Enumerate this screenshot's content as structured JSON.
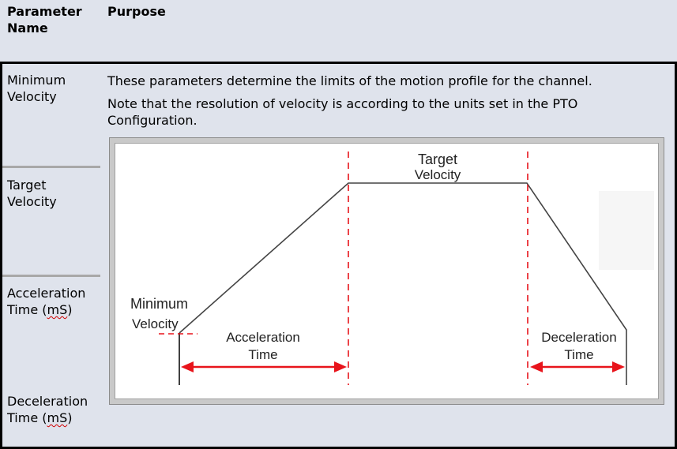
{
  "header": {
    "col1": "Parameter Name",
    "col2": "Purpose"
  },
  "params": [
    {
      "line1": "Minimum",
      "line2": "Velocity"
    },
    {
      "line1": "Target",
      "line2": "Velocity"
    },
    {
      "line1": "Acceleration",
      "line2_pre": "Time (",
      "line2_unit": "mS",
      "line2_post": ")"
    },
    {
      "line1": "Deceleration",
      "line2_pre": "Time (",
      "line2_unit": "mS",
      "line2_post": ")"
    }
  ],
  "purpose": {
    "para1": "These parameters determine the limits of the motion profile for the channel.",
    "para2": "Note that the resolution of velocity is according to the units set in the PTO Configuration."
  },
  "figure": {
    "target_velocity_line1": "Target",
    "target_velocity_line2": "Velocity",
    "minimum_velocity_line1": "Minimum",
    "minimum_velocity_line2": "Velocity",
    "acceleration_line1": "Acceleration",
    "acceleration_line2": "Time",
    "deceleration_line1": "Deceleration",
    "deceleration_line2": "Time",
    "colors": {
      "profile_line": "#444444",
      "marker_red": "#e8141b"
    }
  }
}
